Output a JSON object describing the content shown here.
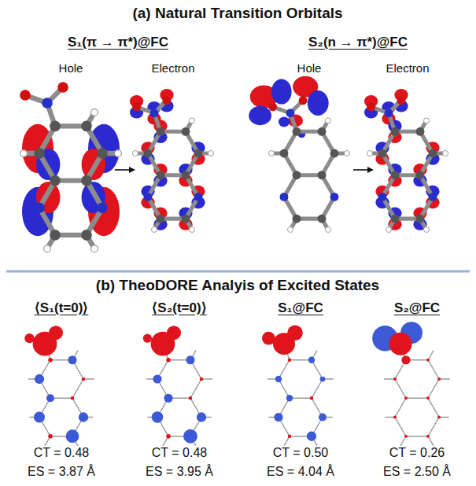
{
  "diagram": {
    "labels": [
      "(a) Natural Transition Orbitals",
      "S₁(π → π*)@FC",
      "S₂(n → π*)@FC",
      "Hole",
      "Electron",
      "Hole",
      "Electron",
      "(b) TheoDORE Analyis of Excited States",
      "⟨S₁(t=0)⟩",
      "⟨S₂(t=0)⟩",
      "S₁@FC",
      "S₂@FC",
      "CT = 0.48",
      "ES = 3.87 Å",
      "CT = 0.48",
      "ES = 3.95 Å",
      "CT = 0.50",
      "ES = 4.04 Å",
      "CT = 0.26",
      "ES = 2.50 Å"
    ]
  }
}
